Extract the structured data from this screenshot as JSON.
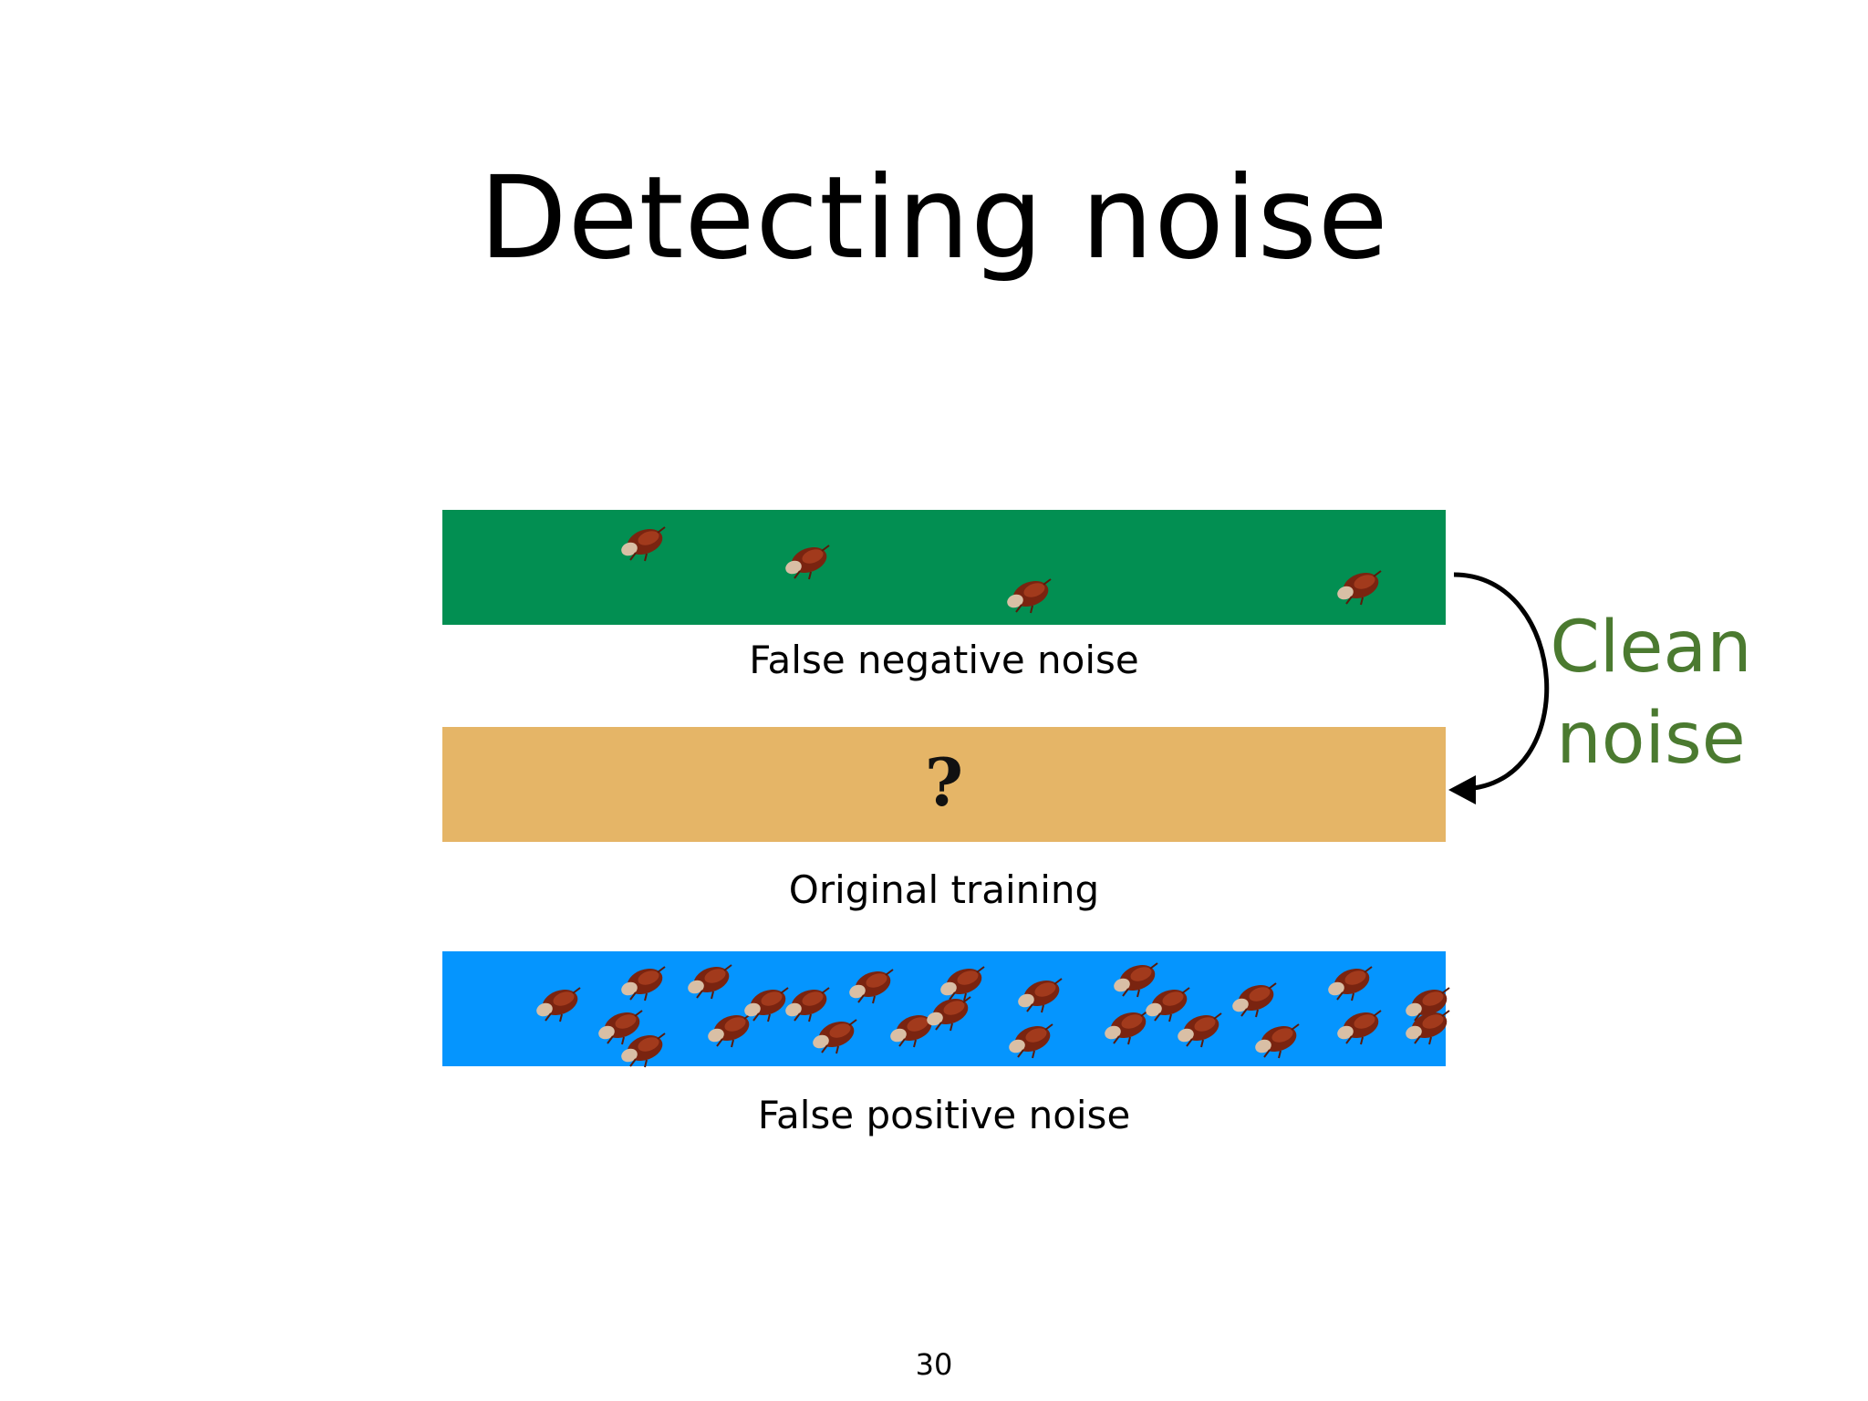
{
  "slide": {
    "title": "Detecting noise",
    "page_number": "30"
  },
  "bands": {
    "false_negative": {
      "caption": "False negative noise",
      "color": "#028f52",
      "bug_count": 4
    },
    "original": {
      "caption": "Original training",
      "color": "#e5b567",
      "mark": "?"
    },
    "false_positive": {
      "caption": "False positive noise",
      "color": "#0595fe",
      "bug_count": 25
    }
  },
  "annotation": {
    "line1": "Clean",
    "line2": "noise",
    "color": "#4b7a30"
  },
  "icons": {
    "bug": "bug-icon",
    "arrow": "curved-arrow-icon"
  }
}
